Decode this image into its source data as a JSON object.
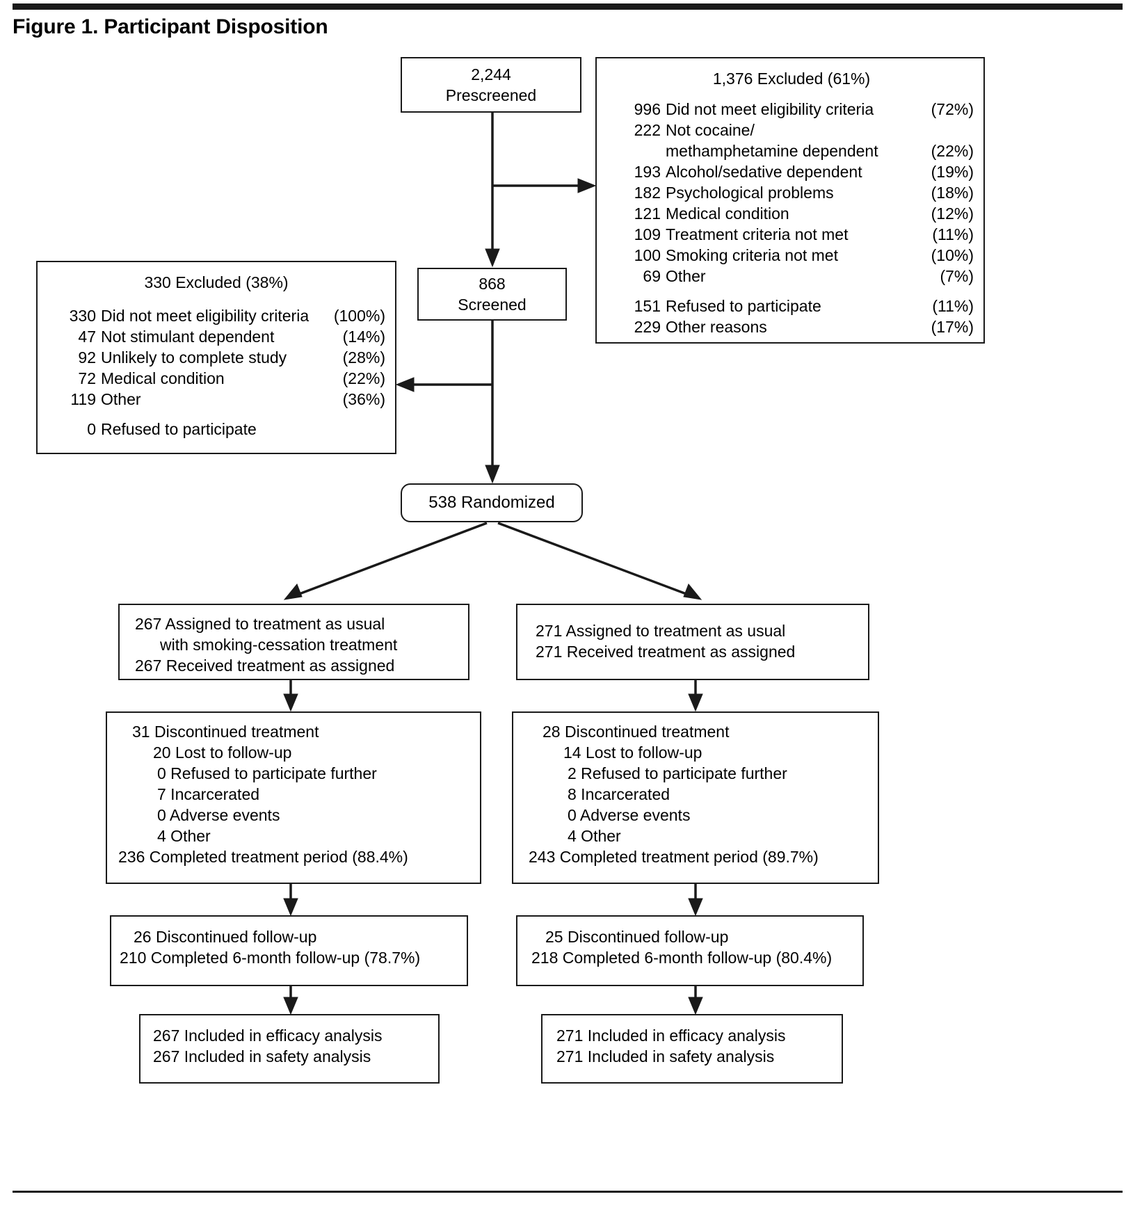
{
  "figure": {
    "title": "Figure 1. Participant Disposition"
  },
  "prescreened": {
    "count": "2,244",
    "label": "Prescreened"
  },
  "excluded_prescreen": {
    "header": "1,376 Excluded (61%)",
    "rows": [
      {
        "num": "996",
        "text": "Did not meet eligibility criteria",
        "pct": "(72%)",
        "indent": 0
      },
      {
        "num": "222",
        "text": "Not cocaine/",
        "pct": "",
        "indent": 1
      },
      {
        "num": "",
        "text": "methamphetamine dependent",
        "pct": "(22%)",
        "indent": 2
      },
      {
        "num": "193",
        "text": "Alcohol/sedative dependent",
        "pct": "(19%)",
        "indent": 1
      },
      {
        "num": "182",
        "text": "Psychological problems",
        "pct": "(18%)",
        "indent": 1
      },
      {
        "num": "121",
        "text": "Medical condition",
        "pct": "(12%)",
        "indent": 1
      },
      {
        "num": "109",
        "text": "Treatment criteria not met",
        "pct": "(11%)",
        "indent": 1
      },
      {
        "num": "100",
        "text": "Smoking criteria not met",
        "pct": "(10%)",
        "indent": 1
      },
      {
        "num": "69",
        "text": "Other",
        "pct": "(7%)",
        "indent": 1
      },
      {
        "num": "",
        "text": "",
        "pct": "",
        "indent": 0
      },
      {
        "num": "151",
        "text": "Refused to participate",
        "pct": "(11%)",
        "indent": 0
      },
      {
        "num": "229",
        "text": "Other reasons",
        "pct": "(17%)",
        "indent": 0
      }
    ]
  },
  "screened": {
    "count": "868",
    "label": "Screened"
  },
  "excluded_screen": {
    "header": "330 Excluded (38%)",
    "rows": [
      {
        "num": "330",
        "text": "Did not meet eligibility criteria",
        "pct": "(100%)",
        "indent": 0
      },
      {
        "num": "47",
        "text": "Not stimulant dependent",
        "pct": "(14%)",
        "indent": 1
      },
      {
        "num": "92",
        "text": "Unlikely to complete study",
        "pct": "(28%)",
        "indent": 1
      },
      {
        "num": "72",
        "text": "Medical condition",
        "pct": "(22%)",
        "indent": 1
      },
      {
        "num": "119",
        "text": "Other",
        "pct": "(36%)",
        "indent": 0
      },
      {
        "num": "",
        "text": "",
        "pct": "",
        "indent": 0
      },
      {
        "num": "0",
        "text": "Refused to participate",
        "pct": "",
        "indent": 0
      }
    ]
  },
  "randomized": {
    "label": "538 Randomized"
  },
  "arms": {
    "left": {
      "assignment": [
        "267 Assigned to treatment as usual",
        "with smoking-cessation treatment",
        "267 Received treatment as assigned"
      ],
      "discontinued": [
        "31 Discontinued treatment",
        "20 Lost to follow-up",
        "0 Refused to participate further",
        "7 Incarcerated",
        "0 Adverse events",
        "4 Other",
        "236 Completed treatment period (88.4%)"
      ],
      "followup": [
        "26 Discontinued follow-up",
        "210 Completed 6-month follow-up (78.7%)"
      ],
      "analysis": [
        "267 Included in efficacy analysis",
        "267 Included in safety analysis"
      ]
    },
    "right": {
      "assignment": [
        "271 Assigned to treatment as usual",
        "271 Received treatment as assigned"
      ],
      "discontinued": [
        "28 Discontinued treatment",
        "14 Lost to follow-up",
        "2 Refused to participate further",
        "8 Incarcerated",
        "0 Adverse events",
        "4 Other",
        "243 Completed treatment period (89.7%)"
      ],
      "followup": [
        "25 Discontinued follow-up",
        "218 Completed 6-month follow-up (80.4%)"
      ],
      "analysis": [
        "271 Included in efficacy analysis",
        "271 Included in safety analysis"
      ]
    }
  },
  "colors": {
    "ink": "#1a1a1a",
    "paper": "#ffffff"
  }
}
